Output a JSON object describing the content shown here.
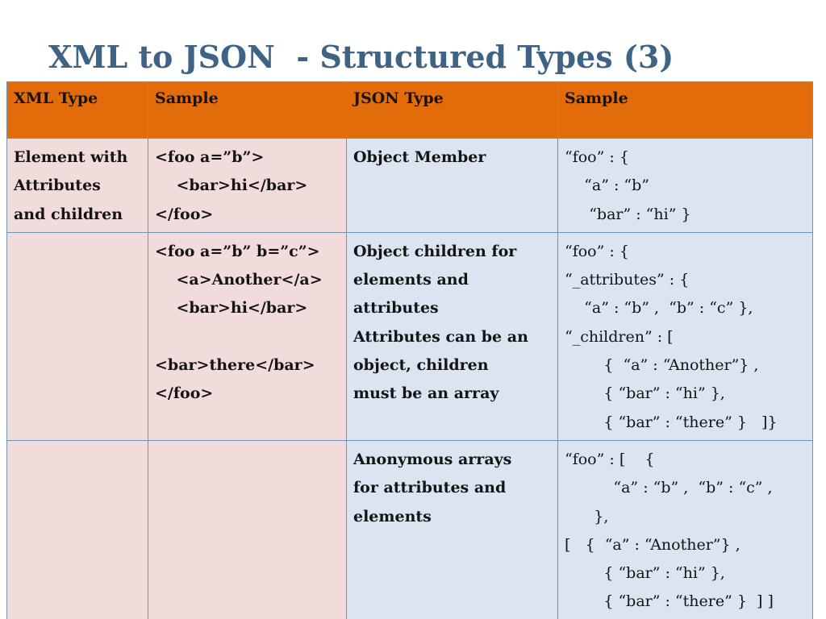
{
  "title": "XML to JSON  - Structured Types (3)",
  "table": {
    "headers": [
      "XML Type",
      "Sample",
      "JSON Type",
      "Sample"
    ],
    "rows": [
      {
        "xml_type": [
          "Element with",
          "Attributes",
          "and children"
        ],
        "xml_sample": [
          "<foo a=”b”>",
          "    <bar>hi</bar>",
          "</foo>"
        ],
        "json_type": [
          "Object Member"
        ],
        "json_sample": [
          "“foo” : {",
          "    “a” : “b”",
          "     “bar” : “hi” }"
        ]
      },
      {
        "xml_type": [],
        "xml_sample": [
          "<foo a=”b” b=”c”>",
          "    <a>Another</a>",
          "    <bar>hi</bar>",
          "",
          "<bar>there</bar>",
          "</foo>"
        ],
        "json_type": [
          "Object children for",
          "elements and",
          "attributes",
          "Attributes can be an",
          "object, children",
          "must be an array"
        ],
        "json_sample": [
          "“foo” : {",
          "“_attributes” : {",
          "    “a” : “b” ,  “b” : “c” },",
          "“_children” : [",
          "        {  “a” : “Another”} ,",
          "        { “bar” : “hi” },",
          "        { “bar” : “there” }   ]}"
        ]
      },
      {
        "xml_type": [],
        "xml_sample": [],
        "json_type": [
          "Anonymous arrays",
          "for attributes and",
          "elements"
        ],
        "json_sample": [
          "“foo” : [    {",
          "          “a” : “b” ,  “b” : “c” ,",
          "      },",
          "[   {  “a” : “Another”} ,",
          "        { “bar” : “hi” },",
          "        { “bar” : “there” }  ] ]"
        ]
      }
    ]
  },
  "colors": {
    "title": "#3f6385",
    "header_bg": "#e36c0a",
    "xml_cell_bg": "#f2dcdb",
    "json_cell_bg": "#dbe5f1",
    "border": "#6f93b8"
  }
}
